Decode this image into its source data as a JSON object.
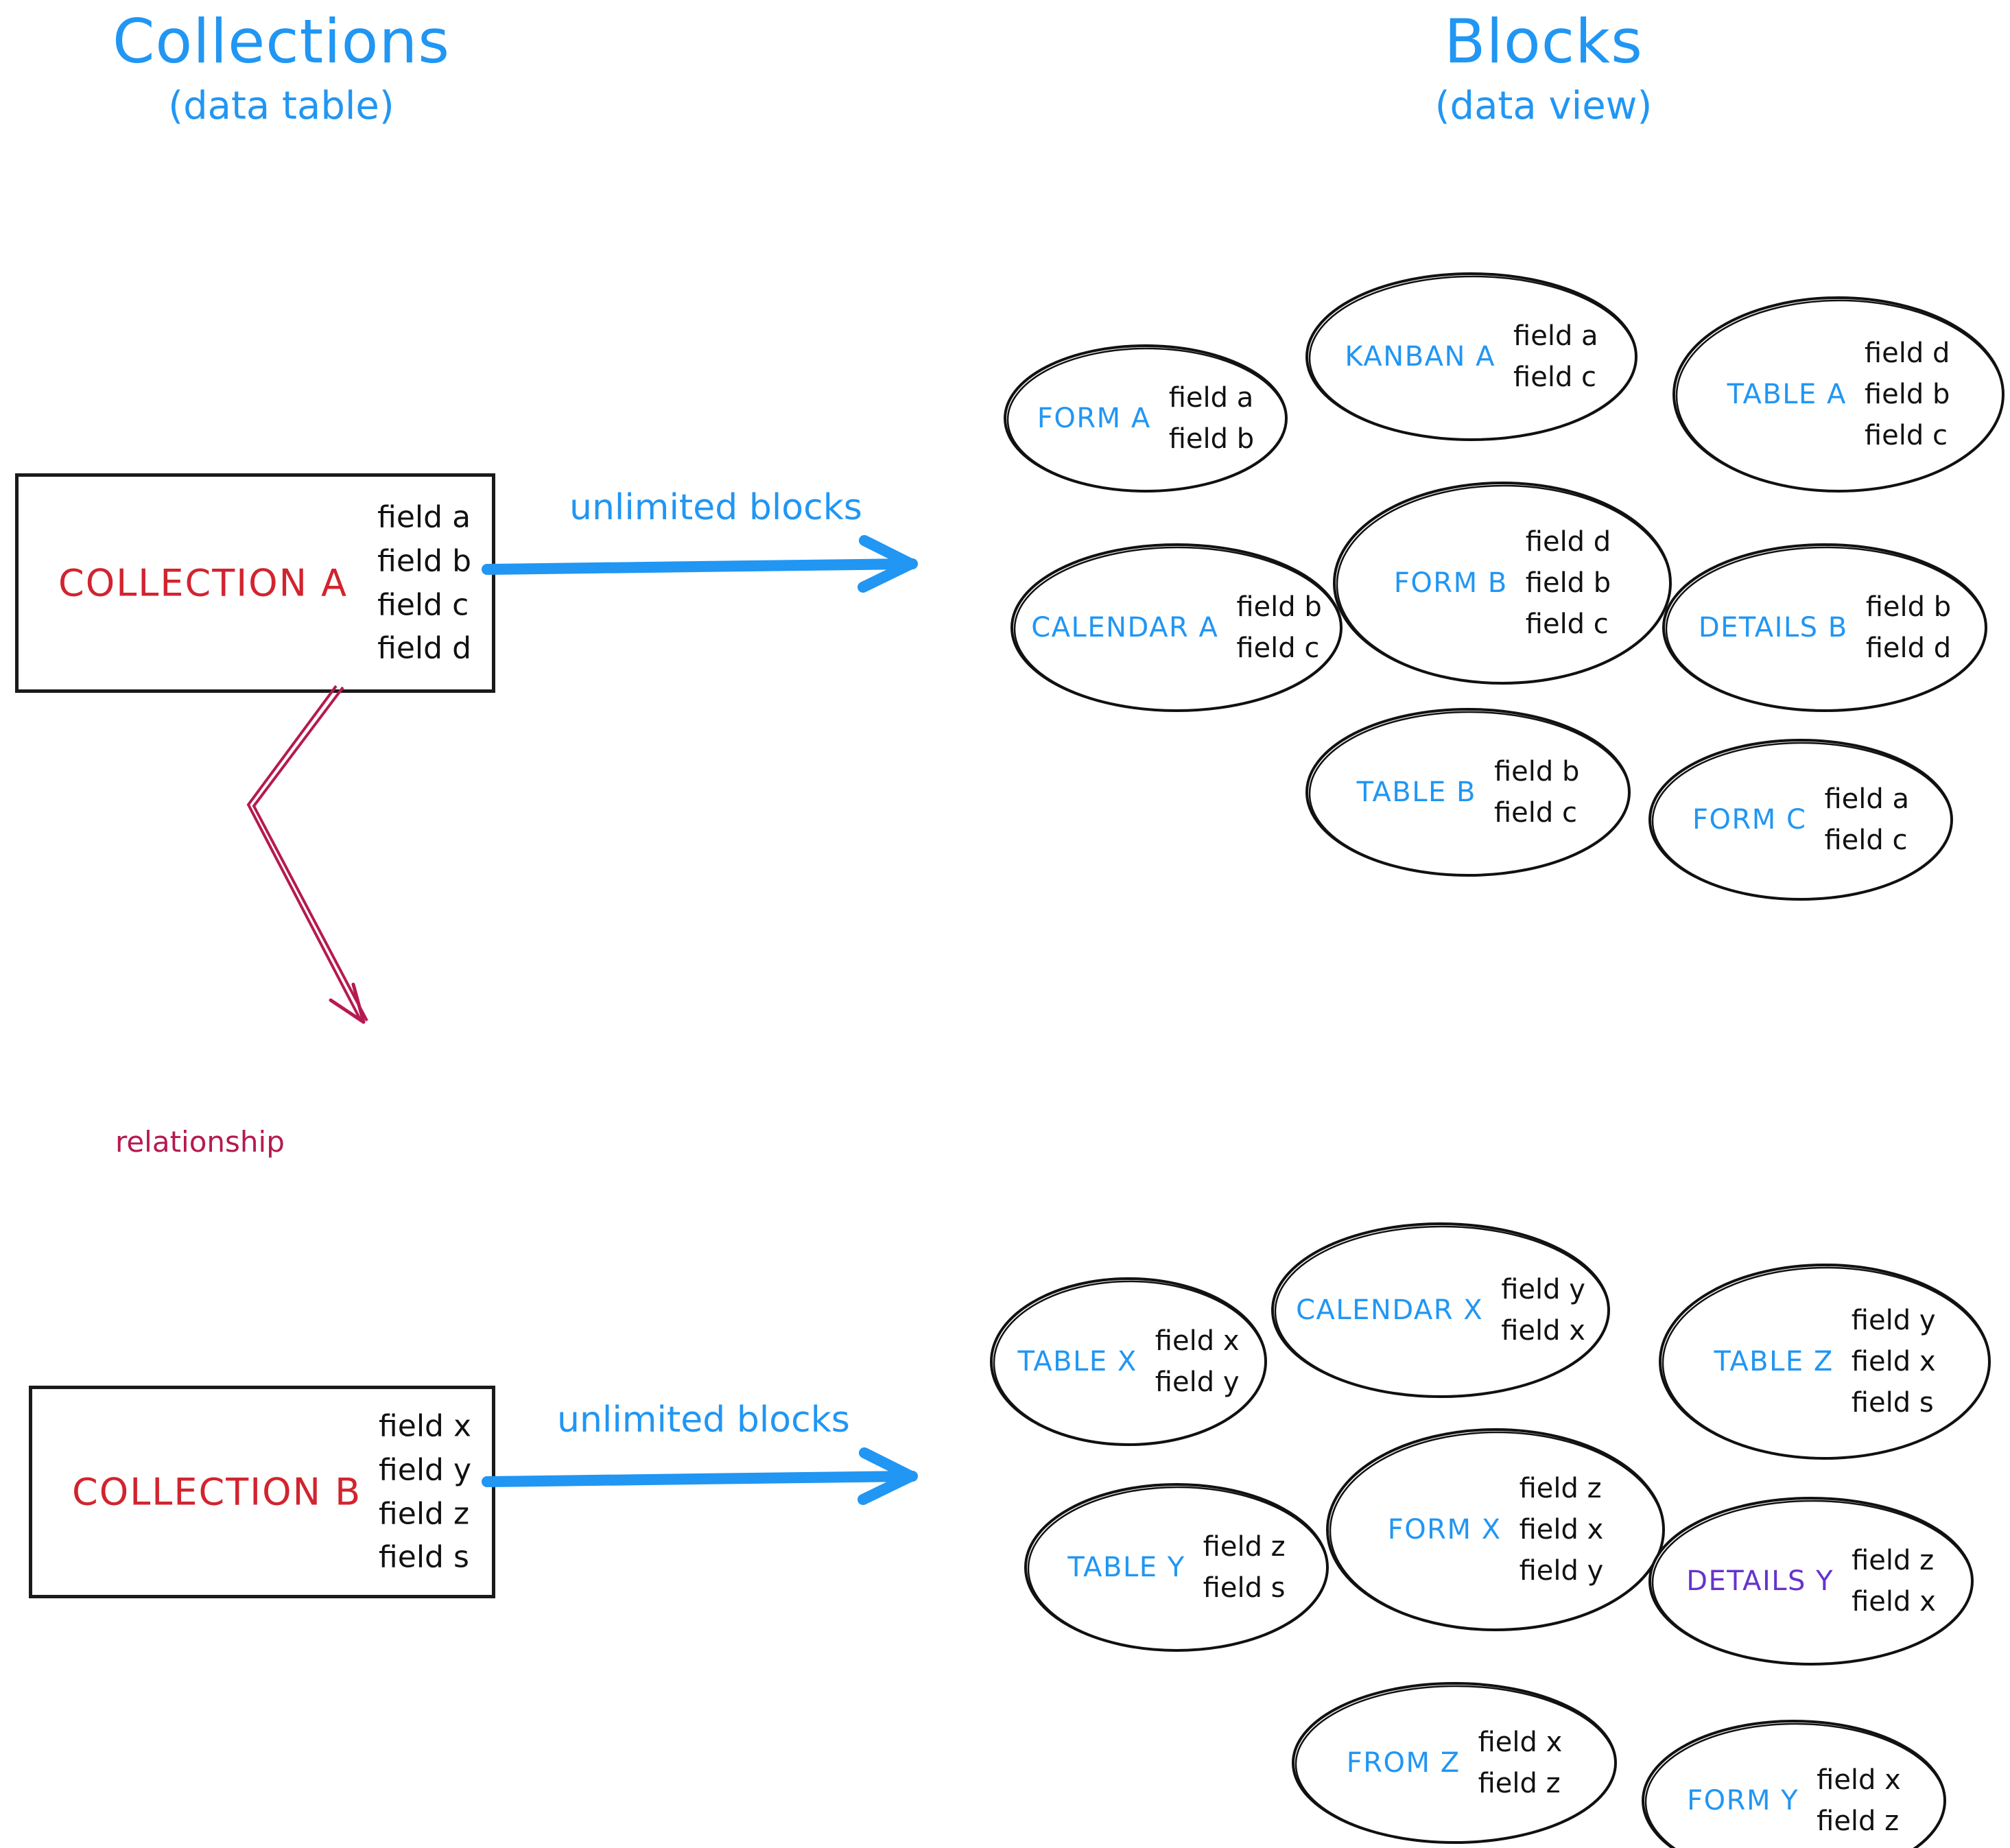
{
  "headings": {
    "left": {
      "title": "Collections",
      "subtitle": "(data table)"
    },
    "right": {
      "title": "Blocks",
      "subtitle": "(data view)"
    }
  },
  "colors": {
    "accent_blue": "#2196f3",
    "collection_red": "#d1242f",
    "relationship_crimson": "#b51a50",
    "details_y_purple": "#6633cc",
    "stroke_black": "#1a1a1a"
  },
  "collections": [
    {
      "name": "COLLECTION A",
      "fields": [
        "field a",
        "field b",
        "field c",
        "field d"
      ]
    },
    {
      "name": "COLLECTION B",
      "fields": [
        "field x",
        "field y",
        "field z",
        "field s"
      ]
    }
  ],
  "arrows": {
    "top_label": "unlimited blocks",
    "bottom_label": "unlimited blocks",
    "relationship_label": "relationship"
  },
  "blocks_top": [
    {
      "label": "FORM A",
      "fields": [
        "field a",
        "field b"
      ]
    },
    {
      "label": "KANBAN A",
      "fields": [
        "field a",
        "field c"
      ]
    },
    {
      "label": "TABLE A",
      "fields": [
        "field d",
        "field b",
        "field c"
      ]
    },
    {
      "label": "CALENDAR A",
      "fields": [
        "field b",
        "field c"
      ]
    },
    {
      "label": "FORM B",
      "fields": [
        "field d",
        "field b",
        "field c"
      ]
    },
    {
      "label": "DETAILS B",
      "fields": [
        "field b",
        "field d"
      ]
    },
    {
      "label": "TABLE B",
      "fields": [
        "field b",
        "field c"
      ]
    },
    {
      "label": "FORM C",
      "fields": [
        "field a",
        "field c"
      ]
    }
  ],
  "blocks_bottom": [
    {
      "label": "TABLE X",
      "fields": [
        "field x",
        "field y"
      ]
    },
    {
      "label": "CALENDAR X",
      "fields": [
        "field y",
        "field x"
      ]
    },
    {
      "label": "TABLE Z",
      "fields": [
        "field y",
        "field x",
        "field s"
      ]
    },
    {
      "label": "TABLE Y",
      "fields": [
        "field z",
        "field s"
      ]
    },
    {
      "label": "FORM X",
      "fields": [
        "field z",
        "field x",
        "field y"
      ]
    },
    {
      "label": "DETAILS Y",
      "fields": [
        "field z",
        "field x"
      ]
    },
    {
      "label": "FROM Z",
      "fields": [
        "field x",
        "field z"
      ]
    },
    {
      "label": "FORM Y",
      "fields": [
        "field x",
        "field z"
      ]
    }
  ]
}
